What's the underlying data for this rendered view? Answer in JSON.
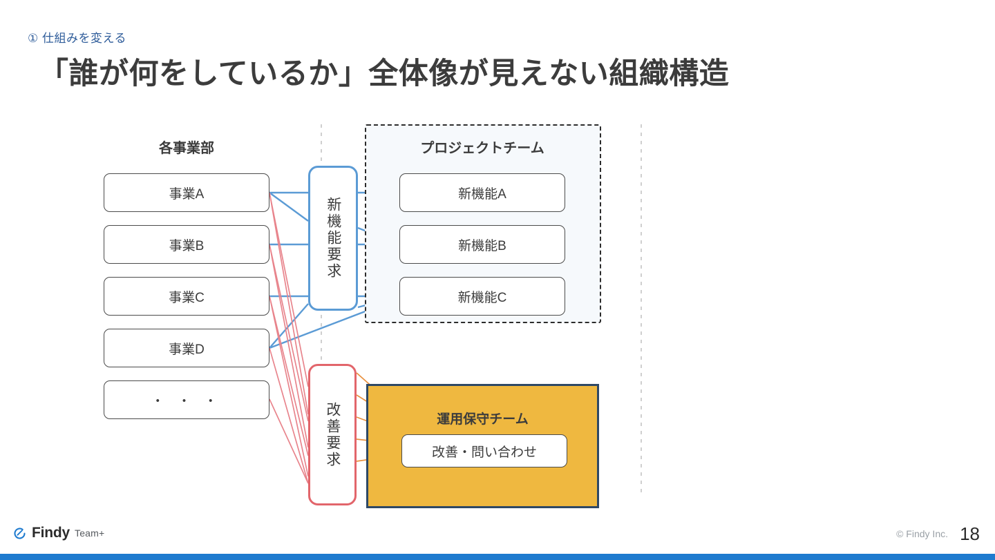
{
  "header": {
    "kicker": "① 仕組みを変える",
    "title": "「誰が何をしているか」全体像が見えない組織構造"
  },
  "diagram": {
    "type": "org-flow-diagram",
    "left_column": {
      "heading": "各事業部",
      "items": [
        {
          "label": "事業A"
        },
        {
          "label": "事業B"
        },
        {
          "label": "事業C"
        },
        {
          "label": "事業D"
        },
        {
          "label": "・ ・ ・"
        }
      ]
    },
    "right_column": {
      "heading": "プロジェクトチーム",
      "items": [
        {
          "label": "新機能A"
        },
        {
          "label": "新機能B"
        },
        {
          "label": "新機能C"
        }
      ]
    },
    "channels": [
      {
        "label": "新機能要求",
        "color": "#5b9bd5"
      },
      {
        "label": "改善要求",
        "color": "#e2656b"
      }
    ],
    "ops_team": {
      "title": "運用保守チーム",
      "inner_label": "改善・問い合わせ",
      "fill": "#efb840",
      "border": "#2e4865"
    },
    "colors": {
      "blue_line": "#5b9bd5",
      "red_line": "#e8848c",
      "box_border": "#4a4a4a",
      "team_fill": "#f6f9fc",
      "guide_dash": "#cfcfcf"
    }
  },
  "footer": {
    "logo_name": "Findy",
    "logo_suffix": "Team+",
    "copyright": "© Findy Inc.",
    "page_number": "18"
  }
}
